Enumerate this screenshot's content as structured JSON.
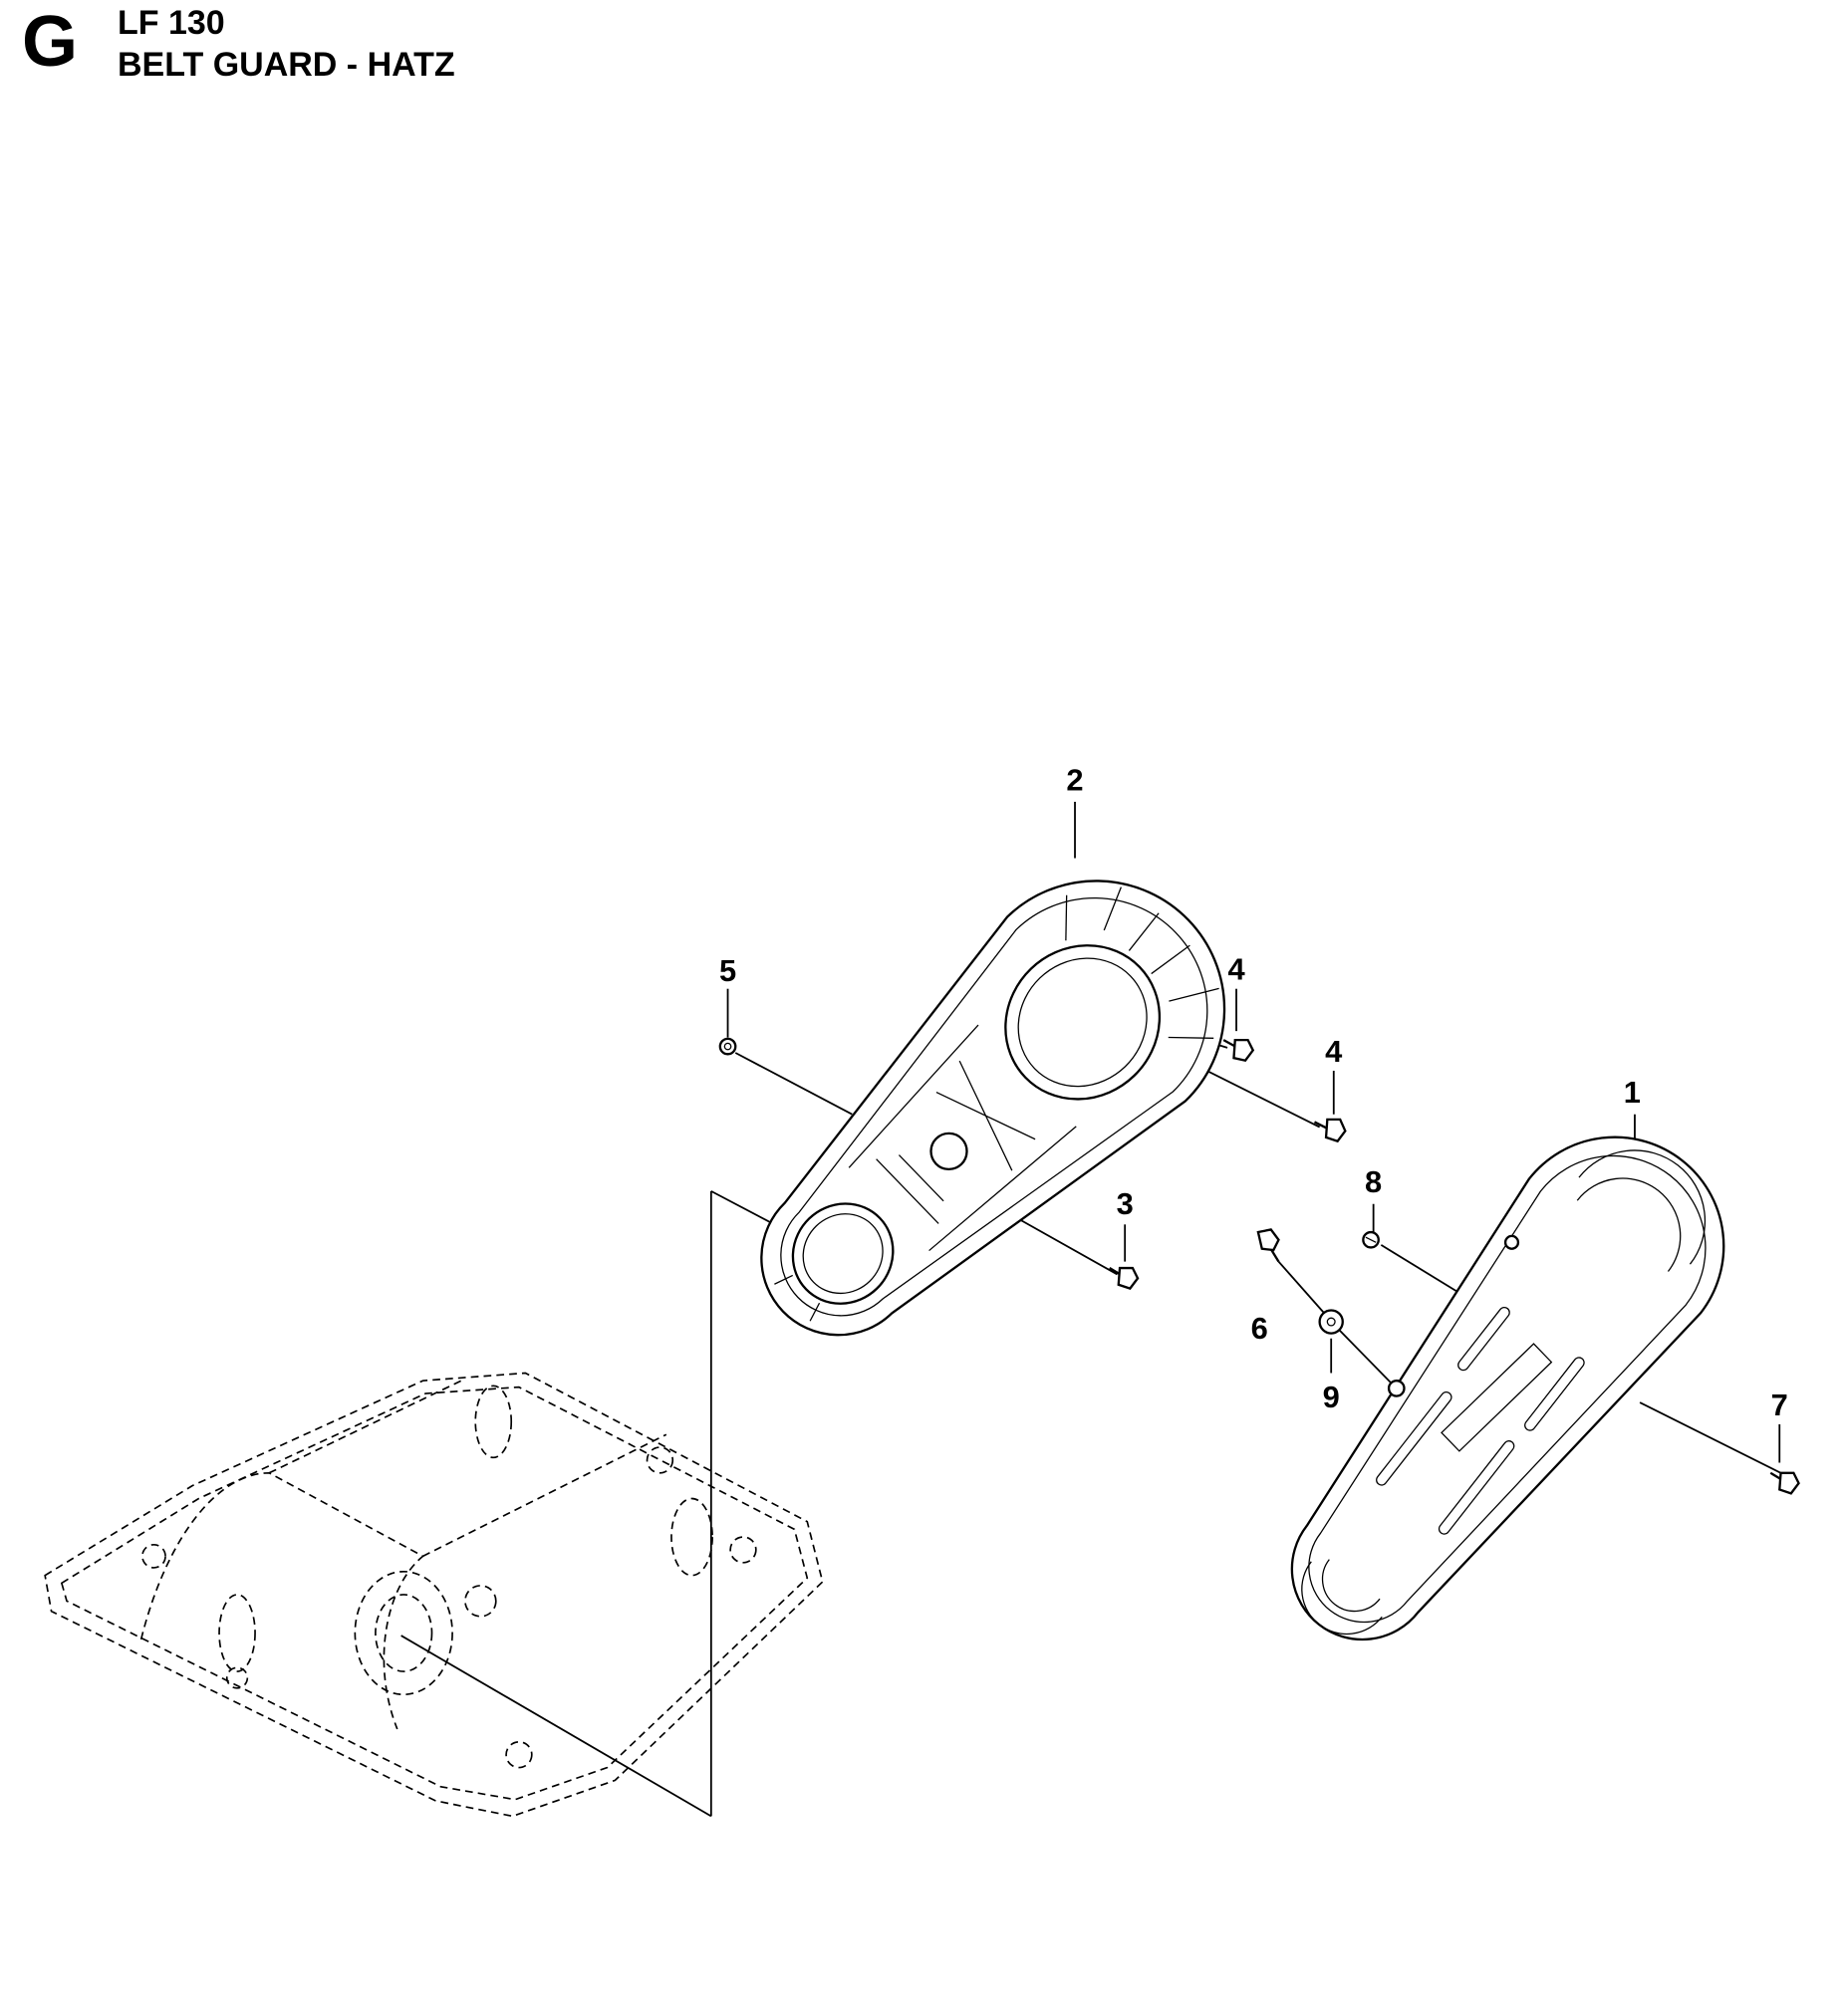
{
  "header": {
    "section_letter": "G",
    "model": "LF 130",
    "title": "BELT GUARD - HATZ"
  },
  "callouts": {
    "c1": "1",
    "c2": "2",
    "c3": "3",
    "c4a": "4",
    "c4b": "4",
    "c5": "5",
    "c6": "6",
    "c7": "7",
    "c8": "8",
    "c9": "9"
  }
}
